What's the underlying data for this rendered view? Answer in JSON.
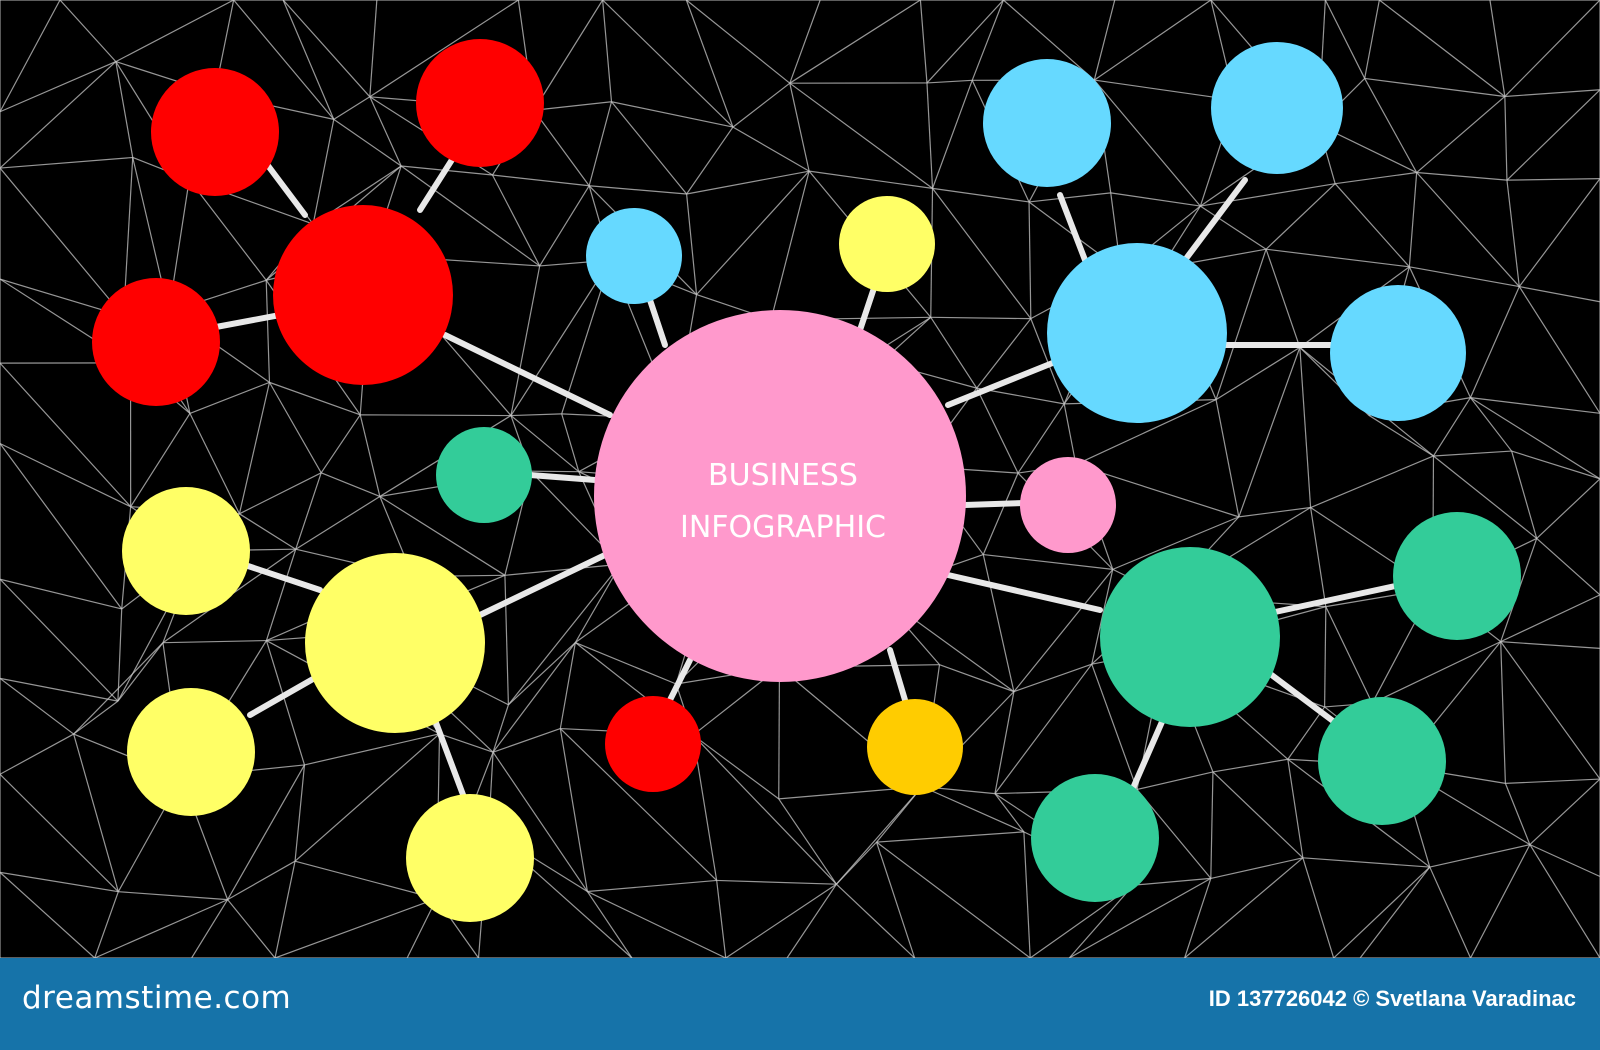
{
  "center": {
    "line1": "BUSINESS",
    "line2": "INFOGRAPHIC",
    "color": "#ff99cc"
  },
  "palette": {
    "red": "#ff0000",
    "blue": "#66d9ff",
    "yellow": "#ffff66",
    "green": "#33cc99",
    "pink": "#ff99cc",
    "orange": "#ffcc00",
    "background": "#000000",
    "mesh": "#c8c8c8",
    "connector": "#e8e8e8",
    "footer": "#1673a9"
  },
  "footer": {
    "brand": "dreamstime.com",
    "credit": "ID 137726042 © Svetlana Varadinac"
  }
}
